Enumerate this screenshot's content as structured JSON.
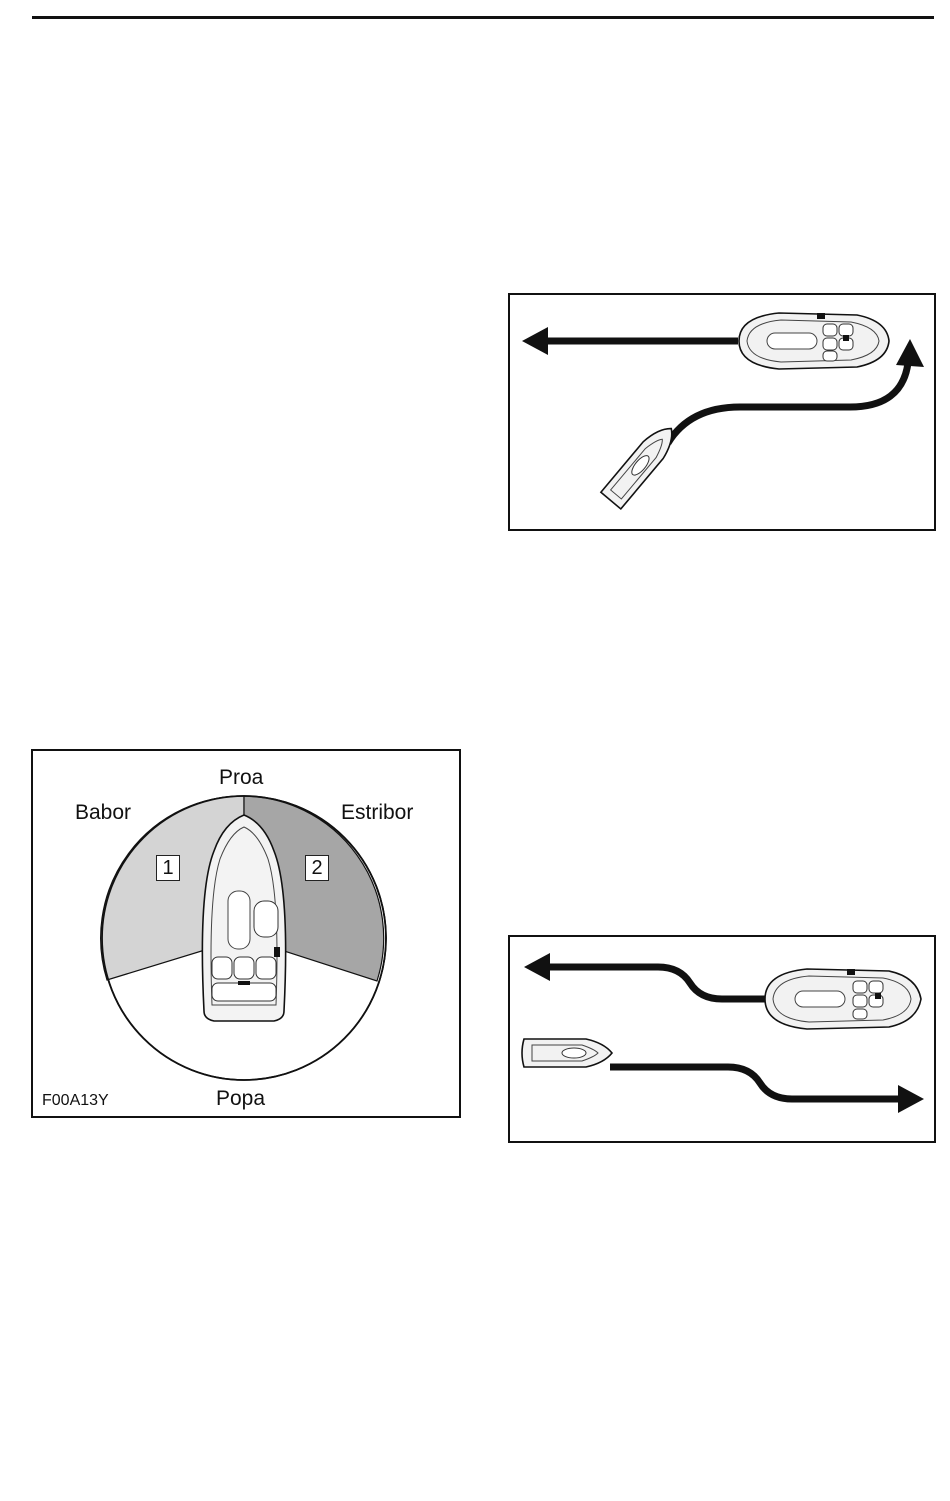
{
  "figure_sectors": {
    "labels": {
      "top": "Proa",
      "left": "Babor",
      "right": "Estribor",
      "bottom": "Popa"
    },
    "sectors": [
      {
        "number": "1"
      },
      {
        "number": "2"
      }
    ],
    "figure_code": "F00A13Y",
    "colors": {
      "sector_1": "#d4d4d4",
      "sector_2": "#a6a6a6",
      "rest": "#ffffff"
    }
  },
  "figure_crossing": {
    "path_color": "#111111"
  },
  "figure_head_on": {
    "path_color": "#111111"
  }
}
